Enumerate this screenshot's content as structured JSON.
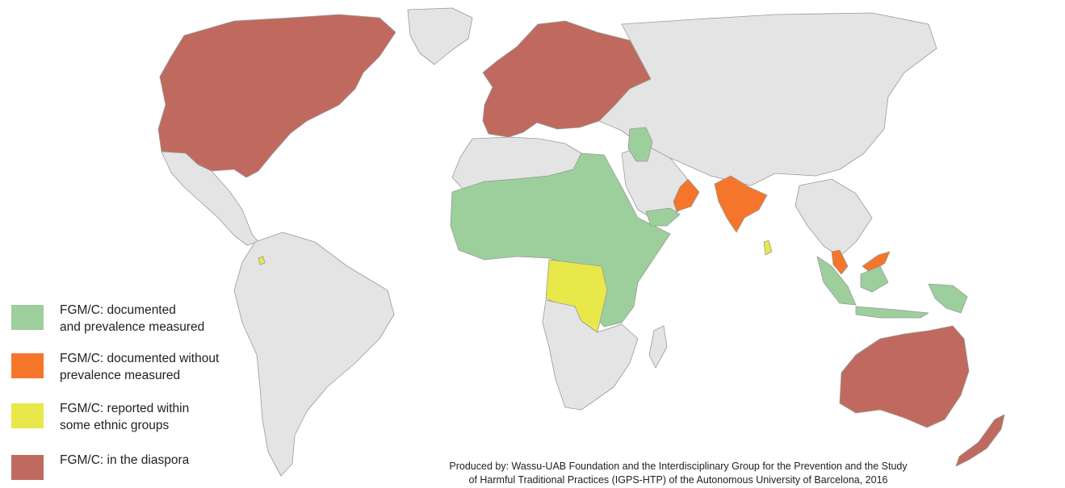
{
  "colors": {
    "documented_measured": "#9dcf9c",
    "documented_without": "#f5762a",
    "reported_ethnic": "#e8e84a",
    "diaspora": "#c06a5f",
    "no_data": "#e4e4e4",
    "ocean": "#ffffff"
  },
  "legend": [
    {
      "lines": [
        "FGM/C: documented",
        "and prevalence measured"
      ],
      "color_key": "documented_measured"
    },
    {
      "lines": [
        "FGM/C: documented without",
        "prevalence measured"
      ],
      "color_key": "documented_without"
    },
    {
      "lines": [
        "FGM/C: reported within",
        "some ethnic groups"
      ],
      "color_key": "reported_ethnic"
    },
    {
      "lines": [
        "FGM/C: in the diaspora"
      ],
      "color_key": "diaspora"
    }
  ],
  "credit": {
    "line1": "Produced by: Wassu-UAB Foundation and the Interdisciplinary Group for the Prevention and the Study",
    "line2": "of Harmful Traditional Practices (IGPS-HTP) of the Autonomous University of Barcelona, 2016"
  },
  "regions": [
    {
      "name": "greenland",
      "category": "no_data"
    },
    {
      "name": "north-america",
      "category": "diaspora"
    },
    {
      "name": "mexico-central-america",
      "category": "no_data"
    },
    {
      "name": "south-america",
      "category": "no_data"
    },
    {
      "name": "colombia-spot",
      "category": "reported_ethnic"
    },
    {
      "name": "europe",
      "category": "diaspora"
    },
    {
      "name": "russia-asia",
      "category": "no_data"
    },
    {
      "name": "north-africa",
      "category": "no_data"
    },
    {
      "name": "africa-documented",
      "category": "documented_measured"
    },
    {
      "name": "drc",
      "category": "reported_ethnic"
    },
    {
      "name": "southern-africa",
      "category": "no_data"
    },
    {
      "name": "madagascar",
      "category": "no_data"
    },
    {
      "name": "arabia",
      "category": "no_data"
    },
    {
      "name": "iraq",
      "category": "documented_measured"
    },
    {
      "name": "yemen",
      "category": "documented_measured"
    },
    {
      "name": "oman",
      "category": "documented_without"
    },
    {
      "name": "india",
      "category": "documented_without"
    },
    {
      "name": "sri-lanka",
      "category": "reported_ethnic"
    },
    {
      "name": "southeast-asia",
      "category": "no_data"
    },
    {
      "name": "malaysia",
      "category": "documented_without"
    },
    {
      "name": "indonesia",
      "category": "documented_measured"
    },
    {
      "name": "australia",
      "category": "diaspora"
    },
    {
      "name": "new-zealand",
      "category": "diaspora"
    }
  ]
}
